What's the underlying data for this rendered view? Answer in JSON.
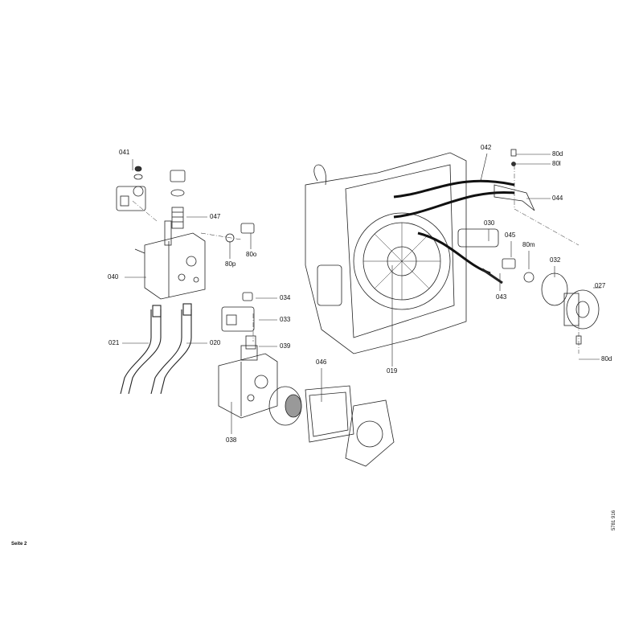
{
  "footer": {
    "page_label": "Seite 2",
    "document_number": "5781 916"
  },
  "parts": [
    {
      "id": "041"
    },
    {
      "id": "047"
    },
    {
      "id": "80p"
    },
    {
      "id": "80o"
    },
    {
      "id": "040"
    },
    {
      "id": "021"
    },
    {
      "id": "020"
    },
    {
      "id": "034"
    },
    {
      "id": "033"
    },
    {
      "id": "039"
    },
    {
      "id": "038"
    },
    {
      "id": "046"
    },
    {
      "id": "019"
    },
    {
      "id": "042"
    },
    {
      "id": "80d"
    },
    {
      "id": "80l"
    },
    {
      "id": "044"
    },
    {
      "id": "030"
    },
    {
      "id": "045"
    },
    {
      "id": "80m"
    },
    {
      "id": "032"
    },
    {
      "id": "027"
    },
    {
      "id": "043"
    },
    {
      "id": "80d"
    }
  ]
}
